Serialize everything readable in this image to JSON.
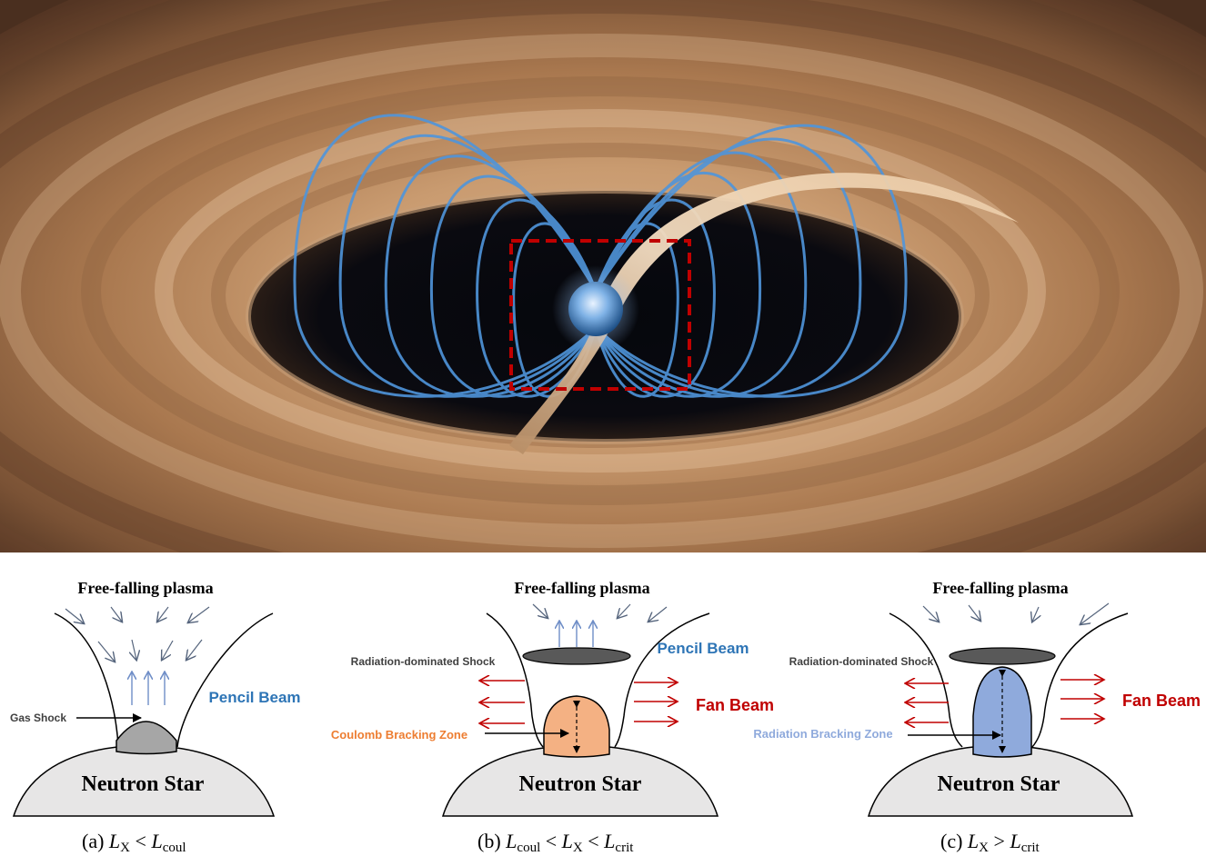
{
  "illustration": {
    "selection_box_color": "#c00000",
    "field_line_color": "#4f95db",
    "disk_colors": [
      "#3a2418",
      "#b07e55",
      "#e8c8a2"
    ]
  },
  "panels": [
    {
      "id": "a",
      "plasma_label": "Free-falling plasma",
      "shock_label": "Gas Shock",
      "pencil_label": "Pencil Beam",
      "star_label": "Neutron Star",
      "caption": {
        "prefix": "(a) ",
        "lhs": "L",
        "lhs_sub": "X",
        "op1": " < ",
        "rhs": "L",
        "rhs_sub": "coul"
      }
    },
    {
      "id": "b",
      "plasma_label": "Free-falling plasma",
      "shock_label": "Radiation-dominated Shock",
      "pencil_label": "Pencil Beam",
      "fan_label": "Fan Beam",
      "zone_label": "Coulomb Bracking Zone",
      "star_label": "Neutron Star",
      "caption": {
        "prefix": "(b) ",
        "a": "L",
        "a_sub": "coul",
        "op1": " < ",
        "b": "L",
        "b_sub": "X",
        "op2": " < ",
        "c": "L",
        "c_sub": "crit"
      }
    },
    {
      "id": "c",
      "plasma_label": "Free-falling plasma",
      "shock_label": "Radiation-dominated Shock",
      "fan_label": "Fan Beam",
      "zone_label": "Radiation Bracking Zone",
      "star_label": "Neutron Star",
      "caption": {
        "prefix": "(c) ",
        "lhs": "L",
        "lhs_sub": "X",
        "op1": " > ",
        "rhs": "L",
        "rhs_sub": "crit"
      }
    }
  ],
  "colors": {
    "pencil_beam": "#2e75b6",
    "fan_beam": "#c00000",
    "coulomb_zone": "#f4b183",
    "coulomb_label": "#ed7d31",
    "radiation_zone": "#8faadc",
    "radiation_label": "#8faadc",
    "gas_shock": "#a6a6a6",
    "rad_shock": "#595959",
    "star": "#e7e6e6",
    "arrow_blue": "#7f9fd1"
  }
}
